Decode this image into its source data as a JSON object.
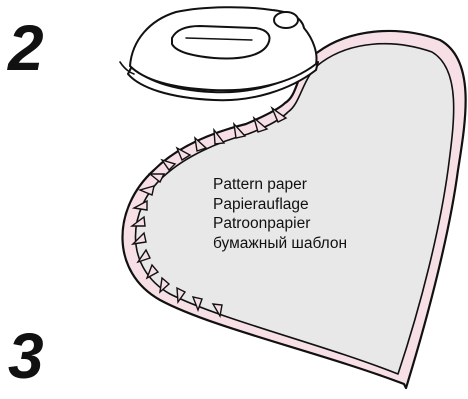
{
  "steps": {
    "top": "2",
    "bottom": "3"
  },
  "labels": [
    "Pattern paper",
    "Papierauflage",
    "Patroonpapier",
    "бумажный шаблон"
  ],
  "icons": {
    "iron": "iron-icon",
    "heart": "heart-shape"
  },
  "colors": {
    "fabric_pink": "#f7dfe6",
    "paper_gray": "#e8e8e8",
    "outline": "#111111"
  }
}
